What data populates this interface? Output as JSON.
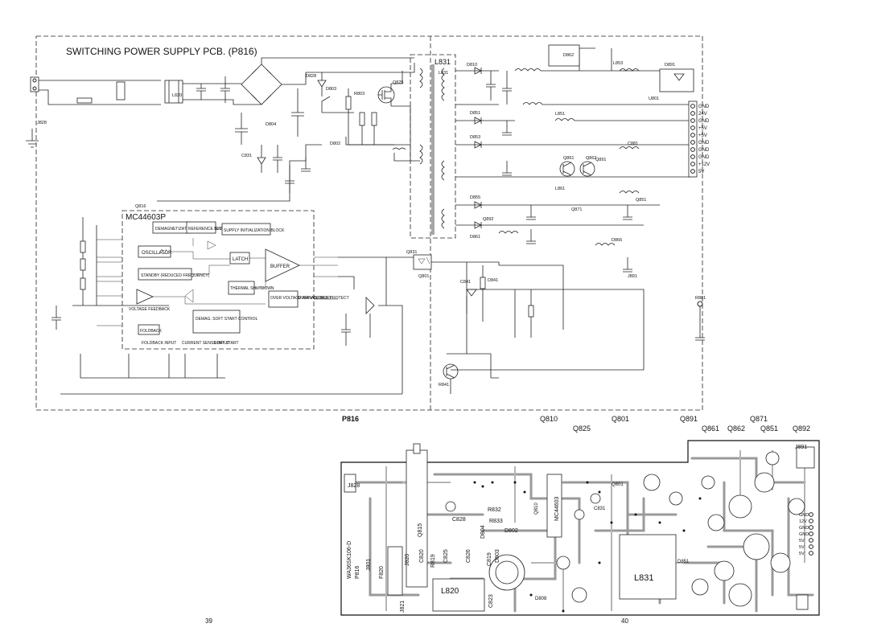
{
  "schematic": {
    "title": "SWITCHING POWER SUPPLY PCB. (P816)",
    "board_label": "P816",
    "ic": {
      "name": "MC44603P",
      "blocks": [
        "DEMAGNETIZATION MANAGEMENT",
        "REFERENCE BLOCK",
        "SUPPLY INITIALIZATION BLOCK",
        "OSCILLATOR",
        "LATCH",
        "BUFFER",
        "STANDBY (REDUCED FREQUENCY)",
        "THERMAL SHUTDOWN",
        "VOLTAGE FEEDBACK",
        "OVER VOLTAGE MANAGEMENT",
        "OVER VOLTAGE PROTECT",
        "DEMAG. SOFT START CONTROL",
        "FOLDBACK",
        "FOLDBACK INPUT",
        "CURRENT SENSE INPUT",
        "SOFT START"
      ]
    },
    "parts": [
      "Q816",
      "L831",
      "C831",
      "D802",
      "D803",
      "D804",
      "Q825",
      "R803",
      "D828",
      "Q801",
      "L820",
      "J828",
      "D810",
      "L851",
      "L853",
      "D851",
      "D853",
      "D855",
      "Q861",
      "Q862",
      "Q871",
      "Q891",
      "Q892",
      "D861",
      "D862",
      "D866",
      "Q851",
      "D891",
      "L861",
      "C881",
      "J891",
      "R881",
      "U801",
      "Q831",
      "R841",
      "D841",
      "C841"
    ],
    "connector_pins": [
      "GND",
      "24V",
      "GND",
      "+5V",
      "+5V",
      "GND",
      "GND",
      "GND",
      "+12V",
      "5V"
    ]
  },
  "transistor_labels": [
    "Q810",
    "Q825",
    "Q801",
    "Q891",
    "Q861",
    "Q862",
    "Q871",
    "Q851",
    "Q892"
  ],
  "pcb": {
    "silk_texts": [
      "J828",
      "L820",
      "L831",
      "D803",
      "D802",
      "C828",
      "C826",
      "C825",
      "C823",
      "C819",
      "C820",
      "R819",
      "Q815",
      "J820",
      "J801",
      "J821",
      "F820",
      "WA36SK106-D",
      "P816",
      "MC44603",
      "D804",
      "R832",
      "R833",
      "D808",
      "C831",
      "D851",
      "J891",
      "Q801",
      "Q810"
    ],
    "connector_pins": [
      "GND",
      "12V",
      "GND",
      "GND",
      "5V",
      "5V",
      "5V"
    ]
  },
  "page_numbers": {
    "left": "39",
    "right": "40"
  }
}
